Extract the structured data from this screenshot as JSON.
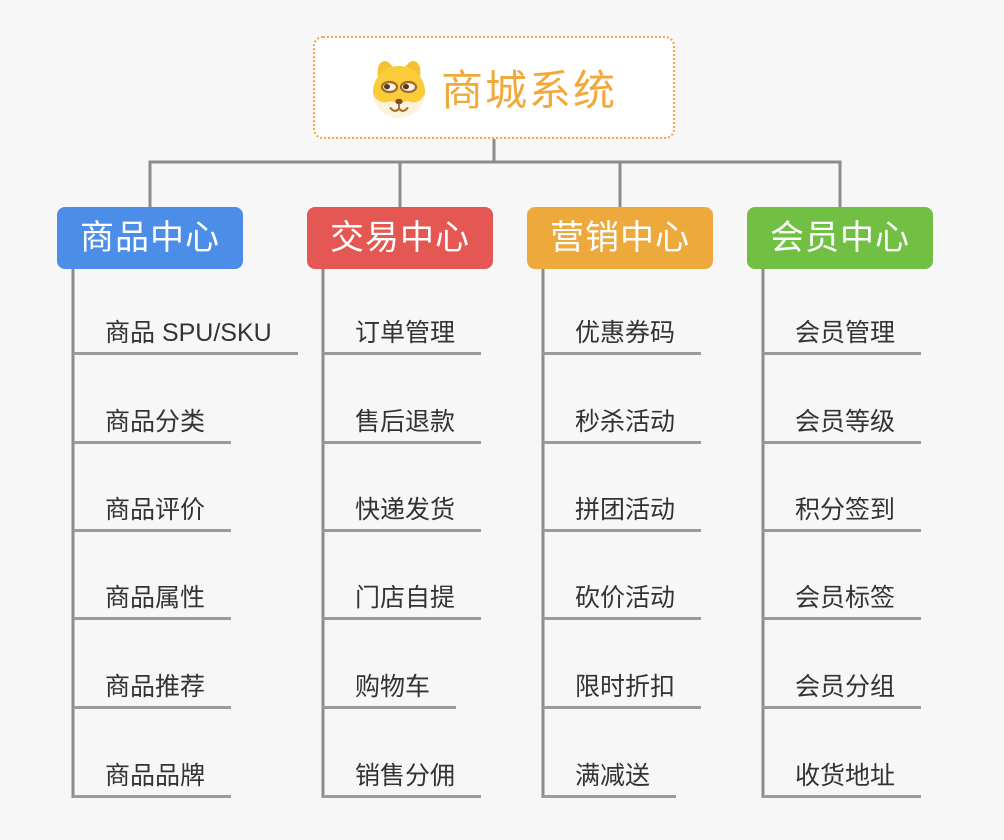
{
  "background_color": "#F7F7F7",
  "connector_color": "#8C8C8C",
  "leaf_underline_color": "#9B9B9B",
  "root": {
    "title": "商城系统",
    "icon": "dog-face-icon",
    "accent_color": "#F2A93C",
    "border_color": "#F0A63C"
  },
  "branches": [
    {
      "label": "商品中心",
      "color": "#4C8DE8",
      "children": [
        "商品 SPU/SKU",
        "商品分类",
        "商品评价",
        "商品属性",
        "商品推荐",
        "商品品牌"
      ]
    },
    {
      "label": "交易中心",
      "color": "#E45752",
      "children": [
        "订单管理",
        "售后退款",
        "快递发货",
        "门店自提",
        "购物车",
        "销售分佣"
      ]
    },
    {
      "label": "营销中心",
      "color": "#EDA93C",
      "children": [
        "优惠券码",
        "秒杀活动",
        "拼团活动",
        "砍价活动",
        "限时折扣",
        "满减送"
      ]
    },
    {
      "label": "会员中心",
      "color": "#71BF43",
      "children": [
        "会员管理",
        "会员等级",
        "积分签到",
        "会员标签",
        "会员分组",
        "收货地址"
      ]
    }
  ]
}
